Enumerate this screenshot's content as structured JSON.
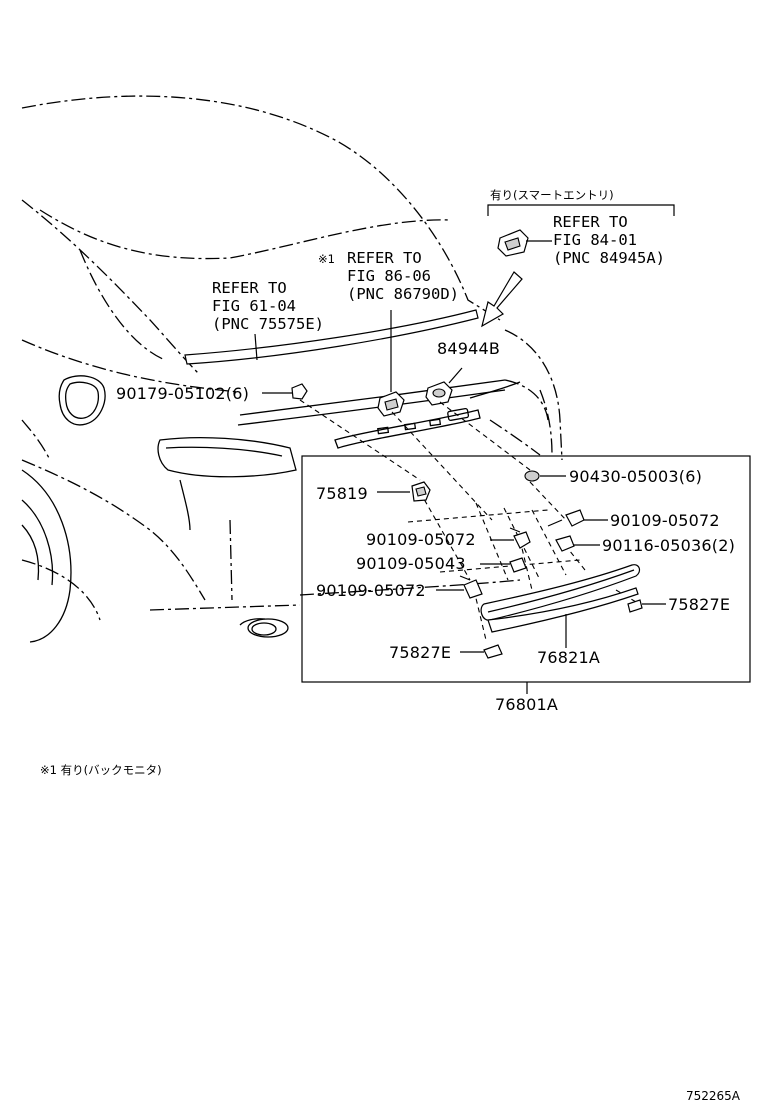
{
  "diagram": {
    "labels": {
      "smart_entry_header": "有り(スマートエントリ)",
      "ref_84_line1": "REFER TO",
      "ref_84_line2": "FIG 84-01",
      "ref_84_line3": "(PNC 84945A)",
      "ref_86_mark": "※1",
      "ref_86_line1": "REFER TO",
      "ref_86_line2": "FIG 86-06",
      "ref_86_line3": "(PNC 86790D)",
      "ref_61_line1": "REFER TO",
      "ref_61_line2": "FIG 61-04",
      "ref_61_line3": "(PNC 75575E)",
      "p84944b": "84944B",
      "p90179": "90179-05102(6)",
      "p90430": "90430-05003(6)",
      "p75819": "75819",
      "p90109_05072_right": "90109-05072",
      "p90109_05072_mid": "90109-05072",
      "p90116": "90116-05036(2)",
      "p90109_05043": "90109-05043",
      "p90109_05072_low": "90109-05072",
      "p75827e_right": "75827E",
      "p75827e_left": "75827E",
      "p76821a": "76821A",
      "p76801a": "76801A"
    },
    "footnote": "※1 有り(バックモニタ)",
    "illustration_code": "752265A"
  }
}
